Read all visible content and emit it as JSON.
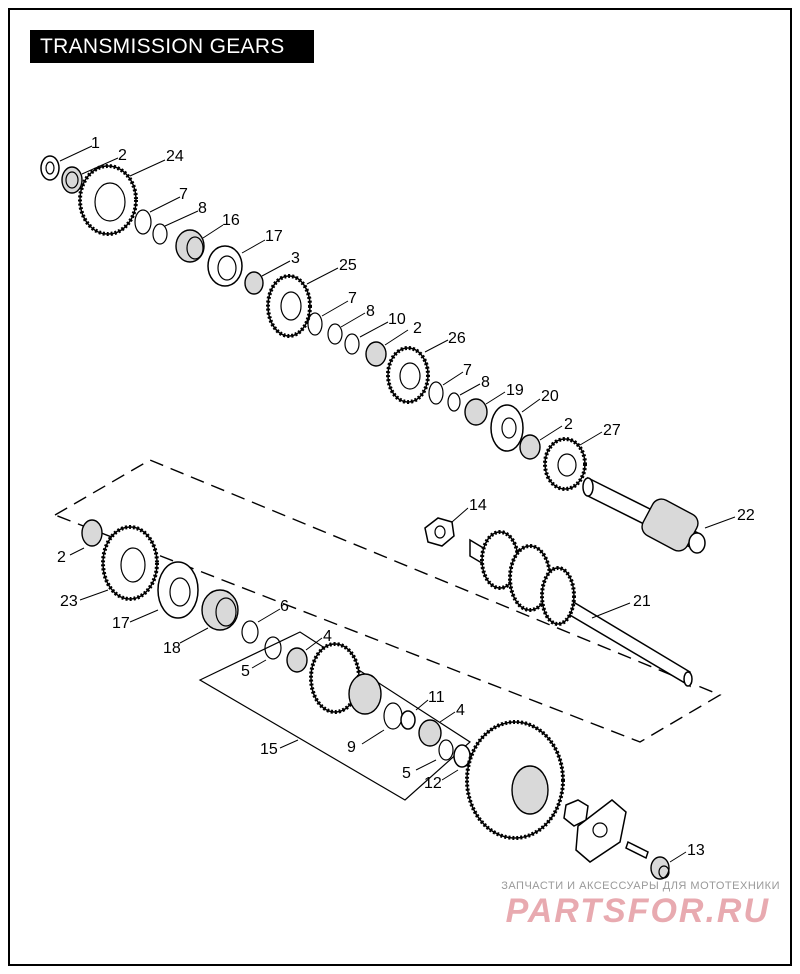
{
  "title": "TRANSMISSION GEARS",
  "callouts": [
    "1",
    "2",
    "24",
    "7",
    "8",
    "16",
    "17",
    "3",
    "25",
    "7",
    "8",
    "10",
    "2",
    "26",
    "7",
    "8",
    "19",
    "20",
    "2",
    "27",
    "22",
    "14",
    "21",
    "2",
    "23",
    "17",
    "18",
    "6",
    "4",
    "5",
    "15",
    "9",
    "11",
    "4",
    "5",
    "12",
    "13"
  ],
  "watermark": {
    "caption": "ЗАПЧАСТИ И АКСЕССУАРЫ ДЛЯ МОТОТЕХНИКИ",
    "logo": "PARTSFOR.RU"
  },
  "colors": {
    "ink": "#000000",
    "background": "#ffffff",
    "shade": "#d9d9d9",
    "watermark": "#e8aab0"
  }
}
